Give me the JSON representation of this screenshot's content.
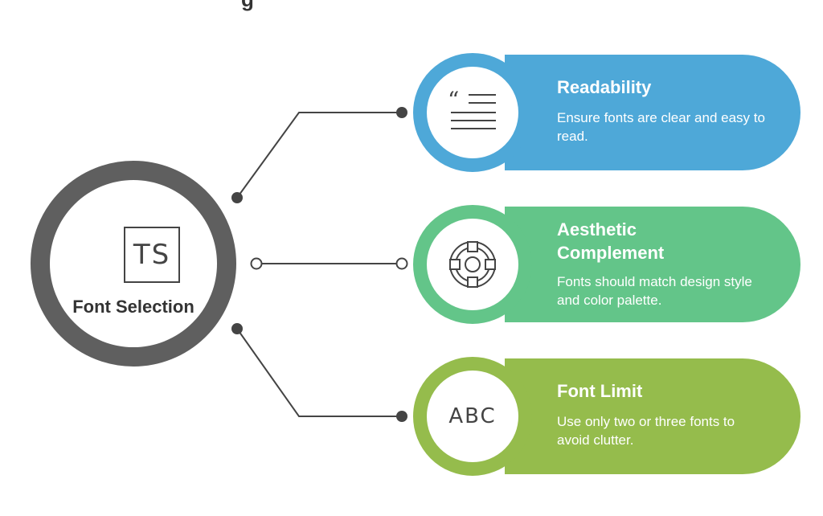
{
  "header_fragment": "g",
  "hub": {
    "icon_text": "TS",
    "icon_name": "typography-ts-icon",
    "title": "Font Selection",
    "color": "#5f5f5f"
  },
  "items": [
    {
      "title": "Readability",
      "description": "Ensure fonts are clear and easy to read.",
      "color": "#4ea8d8",
      "icon_name": "quote-text-icon"
    },
    {
      "title": "Aesthetic Complement",
      "description": "Fonts should match design style and color palette.",
      "color": "#63c589",
      "icon_name": "design-wheel-icon"
    },
    {
      "title": "Font Limit",
      "description": "Use only two or three fonts to avoid clutter.",
      "color": "#95bc4c",
      "icon_name": "abc-letters-icon",
      "icon_text": "ABC"
    }
  ]
}
